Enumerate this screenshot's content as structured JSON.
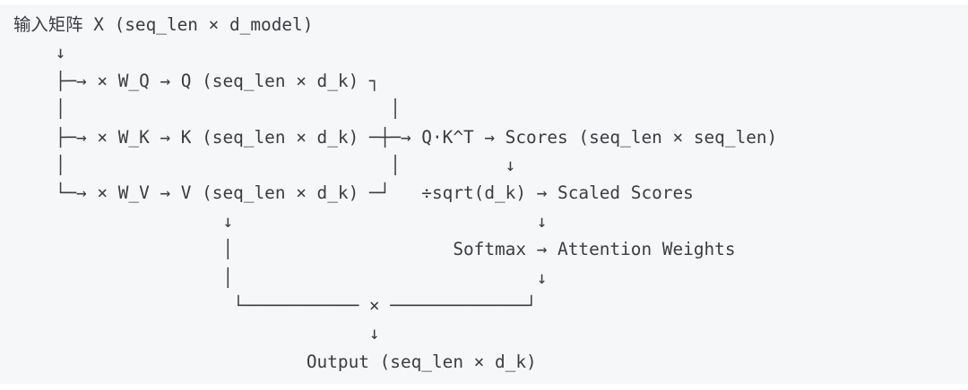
{
  "page": {
    "background_color": "#ffffff"
  },
  "code_block": {
    "background_color": "#f6f7f8",
    "text_color": "#3a3d41",
    "lines": [
      "输入矩阵 X (seq_len × d_model)",
      "    ↓",
      "    ├─→ × W_Q → Q (seq_len × d_k) ┐",
      "    │                               │",
      "    ├─→ × W_K → K (seq_len × d_k) ─┼─→ Q·K^T → Scores (seq_len × seq_len)",
      "    │                               │          ↓",
      "    └─→ × W_V → V (seq_len × d_k) ─┘   ÷sqrt(d_k) → Scaled Scores",
      "                    ↓                             ↓",
      "                    │                     Softmax → Attention Weights",
      "                    │                             ↓",
      "                     └─────────── × ─────────────┘",
      "                                  ↓",
      "                            Output (seq_len × d_k)"
    ]
  }
}
